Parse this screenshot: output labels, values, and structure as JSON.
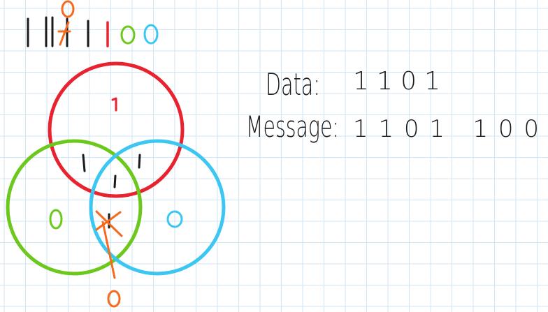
{
  "colors": {
    "grid": "#cfe6f5",
    "ink": "#1a1a1a",
    "red": "#e8222f",
    "green": "#6cc81c",
    "blue": "#3cc6f2",
    "orange": "#f46a1e"
  },
  "codeword": {
    "bits": [
      "1",
      "1",
      "1",
      "1",
      "1",
      "0",
      "0"
    ],
    "crossed_bit": "1",
    "correction": "0"
  },
  "venn": {
    "red_only": "1",
    "red_green": "1",
    "red_blue": "1",
    "center": "1",
    "green_only": "0",
    "blue_only": "0",
    "green_blue": "1",
    "green_blue_correction": "0"
  },
  "notes": {
    "data_label": "Data:",
    "data_value": "1101",
    "message_label": "Message:",
    "message_value": "1101 100"
  }
}
